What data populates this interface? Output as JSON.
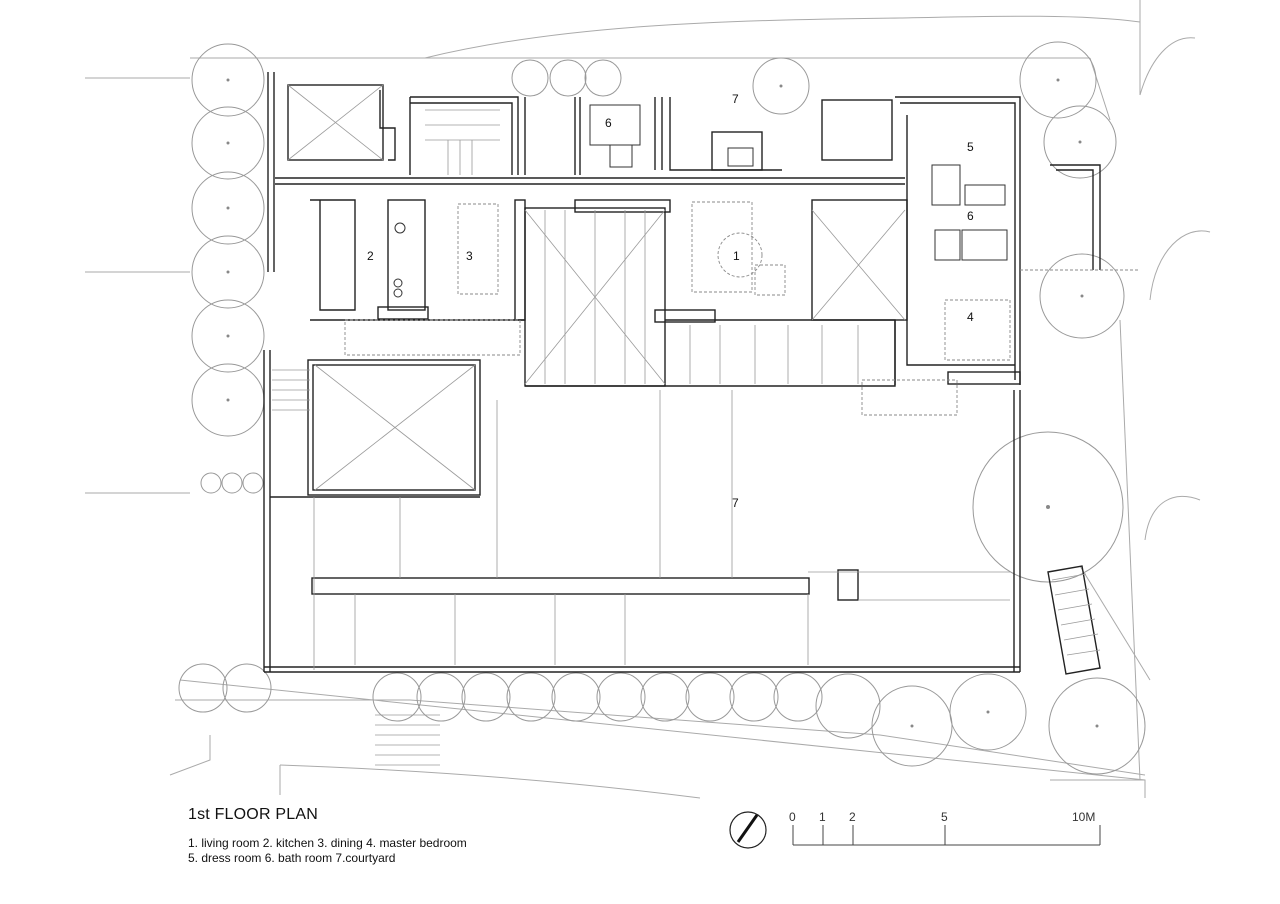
{
  "title": "1st FLOOR PLAN",
  "legend": {
    "line1": "1. living room  2. kitchen  3. dining  4. master bedroom",
    "line2": "5. dress room  6. bath room  7.courtyard"
  },
  "room_labels": {
    "living": "1",
    "kitchen": "2",
    "dining": "3",
    "master_bedroom": "4",
    "dress_room": "5",
    "bath_room_top": "6",
    "bath_room_right": "6",
    "courtyard_top": "7",
    "courtyard_main": "7"
  },
  "scale_bar": {
    "t0": "0",
    "t1": "1",
    "t2": "2",
    "t5": "5",
    "t10": "10M"
  },
  "north_icon": "north-arrow-icon",
  "colors": {
    "line": "#222222",
    "thin": "#9a9a9a",
    "dash": "#888888",
    "wall": "#ffffff"
  }
}
